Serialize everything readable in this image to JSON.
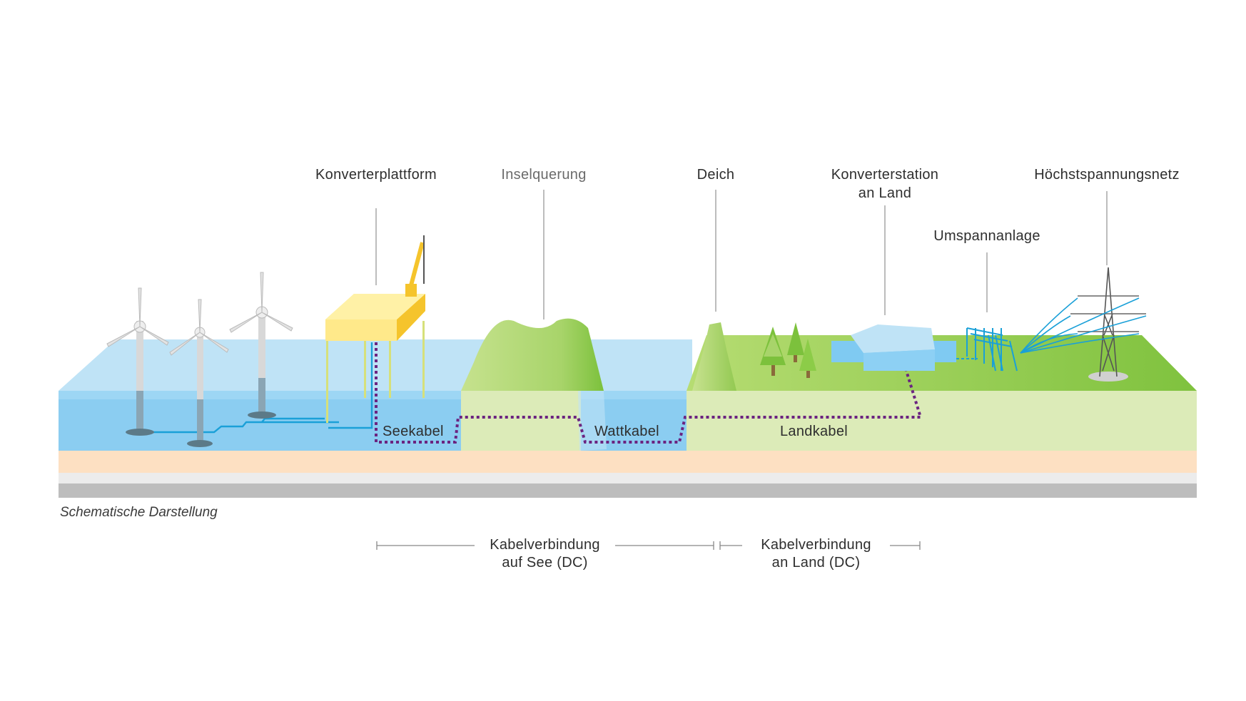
{
  "labels": {
    "converter_platform": "Konverterplattform",
    "island_crossing": "Inselquerung",
    "dike": "Deich",
    "converter_station_line1": "Konverterstation",
    "converter_station_line2": "an Land",
    "substation": "Umspannanlage",
    "extra_high_voltage_grid": "Höchstspannungsnetz"
  },
  "cables": {
    "sea_cable": "Seekabel",
    "mudflat_cable": "Wattkabel",
    "land_cable": "Landkabel"
  },
  "note": "Schematische Darstellung",
  "spans": {
    "sea_line1": "Kabelverbindung",
    "sea_line2": "auf See (DC)",
    "land_line1": "Kabelverbindung",
    "land_line2": "an Land (DC)"
  },
  "colors": {
    "sea": "#8fd0f2",
    "land": "#a9d66f",
    "cable": "#6b2480",
    "platform": "#ffe066",
    "sand": "#fde0c2"
  },
  "icons": [
    "wind-turbine-icon",
    "platform-icon",
    "tree-icon",
    "converter-building-icon",
    "substation-icon",
    "pylon-icon"
  ]
}
